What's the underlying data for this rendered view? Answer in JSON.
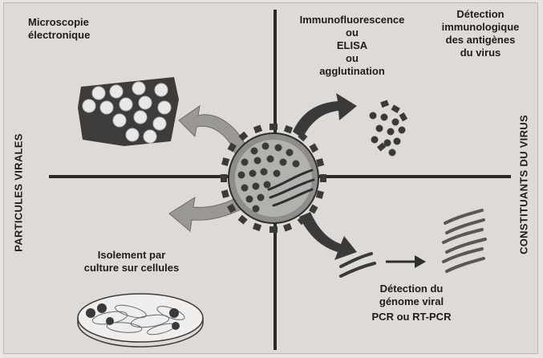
{
  "quadrants": {
    "top_left": {
      "line1": "Microscopie",
      "line2": "électronique"
    },
    "top_center": {
      "line1": "Immunofluorescence",
      "line2": "ou",
      "line3": "ELISA",
      "line4": "ou",
      "line5": "agglutination"
    },
    "top_right": {
      "line1": "Détection",
      "line2": "immunologique",
      "line3": "des antigènes",
      "line4": "du virus"
    },
    "bottom_left": {
      "line1": "Isolement par",
      "line2": "culture sur cellules"
    },
    "bottom_right": {
      "line1": "Détection du",
      "line2": "génome viral",
      "line3": "PCR ou RT-PCR"
    }
  },
  "axis_labels": {
    "left": "PARTICULES VIRALES",
    "right": "CONSTITUANTS DU VIRUS"
  },
  "colors": {
    "background": "#dedbd6",
    "axis": "#2a2a2a",
    "arrow_fill": "#9a9895",
    "virus_body": "#8f8d89",
    "dark": "#3a3a3a"
  }
}
